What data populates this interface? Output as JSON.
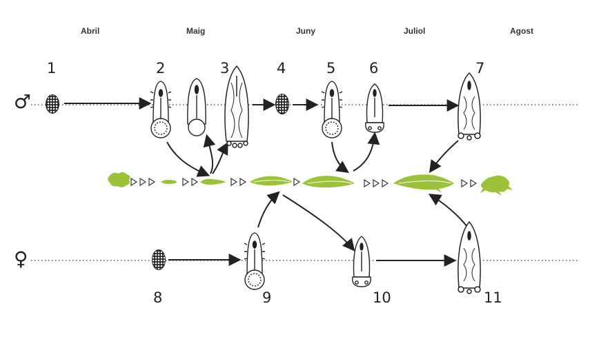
{
  "months": [
    "Abril",
    "Maig",
    "Juny",
    "Juliol",
    "Agost"
  ],
  "stage_numbers": [
    "1",
    "2",
    "3",
    "4",
    "5",
    "6",
    "7",
    "8",
    "9",
    "10",
    "11"
  ],
  "male_symbol": "♂",
  "female_symbol": "♀",
  "colors": {
    "host": "#9cc23a",
    "stroke": "#222222"
  }
}
